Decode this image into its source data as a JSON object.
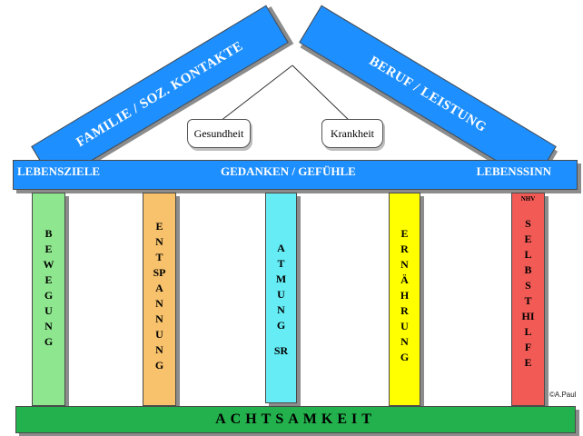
{
  "roof": {
    "left_label": "FAMILIE / SOZ. KONTAKTE",
    "right_label": "BERUF / LEISTUNG"
  },
  "balance": {
    "left_label": "Gesundheit",
    "right_label": "Krankheit"
  },
  "beam": {
    "left_label": "LEBENSZIELE",
    "center_label": "GEDANKEN / GEFÜHLE",
    "right_label": "LEBENSSINN"
  },
  "pillars": [
    {
      "label": "BEWEGUNG",
      "color": "#8ee68e"
    },
    {
      "label": "ENTSPANNUNG",
      "color": "#f7c26b"
    },
    {
      "label": "ATMUNG",
      "sub": "SR",
      "color": "#66ecf5"
    },
    {
      "label": "ERNÄHRUNG",
      "color": "#ffff00"
    },
    {
      "label": "SELBSTHILFE",
      "small": "NHV",
      "color": "#f25a55"
    }
  ],
  "base": {
    "label": "ACHTSAMKEIT"
  },
  "copyright": "©A.Paul",
  "colors": {
    "roof": "#1e8fff",
    "beam": "#1e8fff",
    "base": "#22b14c"
  }
}
